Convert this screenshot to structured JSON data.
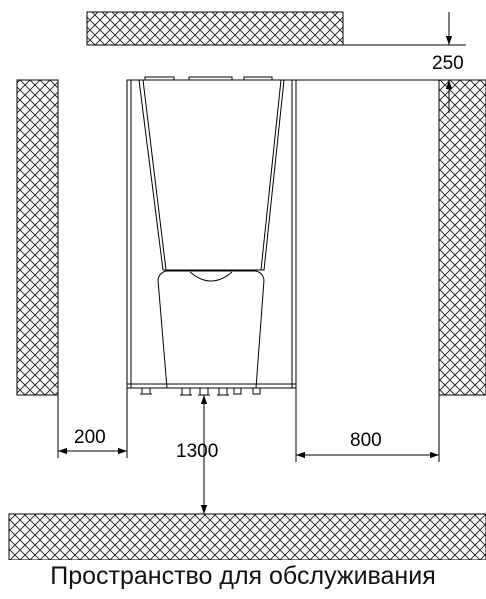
{
  "diagram": {
    "dimensions": {
      "top_clearance": "250",
      "left_clearance": "200",
      "front_clearance": "1300",
      "right_clearance": "800"
    },
    "caption": "Пространство для обслуживания",
    "colors": {
      "line": "#000000",
      "hatch": "#1a1a1a"
    }
  }
}
